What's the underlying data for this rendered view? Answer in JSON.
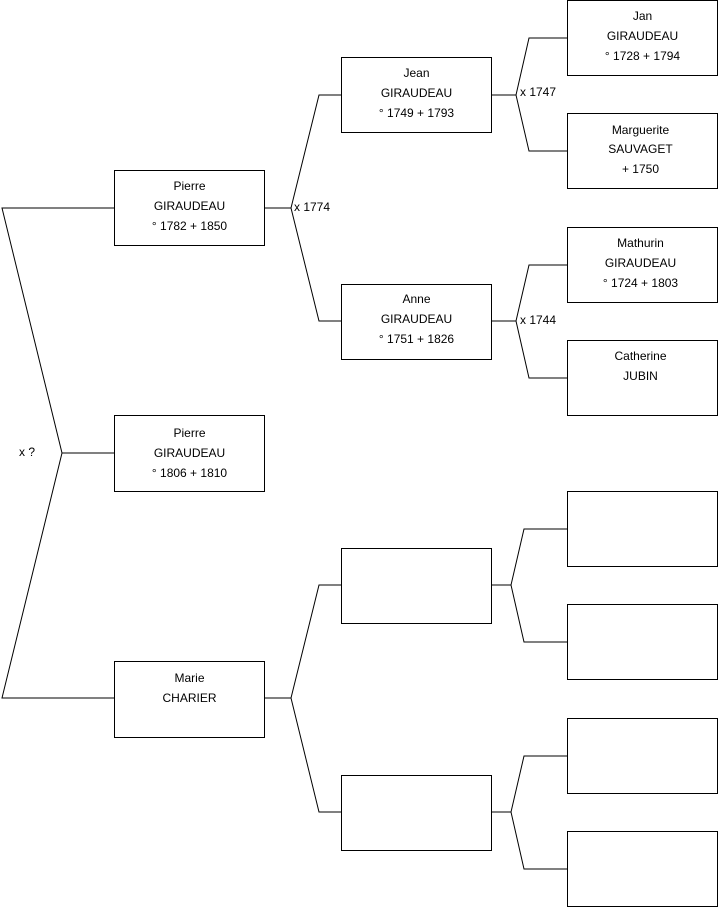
{
  "marriage_labels": {
    "root": "x ?",
    "pierre_1782": "x 1774",
    "jean_1749": "x 1747",
    "anne_1751": "x 1744"
  },
  "persons": {
    "pierre_1782": [
      "Pierre",
      "GIRAUDEAU",
      "° 1782 + 1850"
    ],
    "pierre_1806": [
      "Pierre",
      "GIRAUDEAU",
      "° 1806 + 1810"
    ],
    "marie_charier": [
      "Marie",
      "CHARIER"
    ],
    "jean_1749": [
      "Jean",
      "GIRAUDEAU",
      "° 1749 + 1793"
    ],
    "anne_1751": [
      "Anne",
      "GIRAUDEAU",
      "° 1751 + 1826"
    ],
    "jan_1728": [
      "Jan",
      "GIRAUDEAU",
      "° 1728 + 1794"
    ],
    "marguerite_sauvaget": [
      "Marguerite",
      "SAUVAGET",
      "+ 1750"
    ],
    "mathurin_1724": [
      "Mathurin",
      "GIRAUDEAU",
      "° 1724 + 1803"
    ],
    "catherine_jubin": [
      "Catherine",
      "JUBIN"
    ],
    "empty_1": [],
    "empty_2": [],
    "empty_3": [],
    "empty_4": [],
    "empty_5": [],
    "empty_6": []
  }
}
